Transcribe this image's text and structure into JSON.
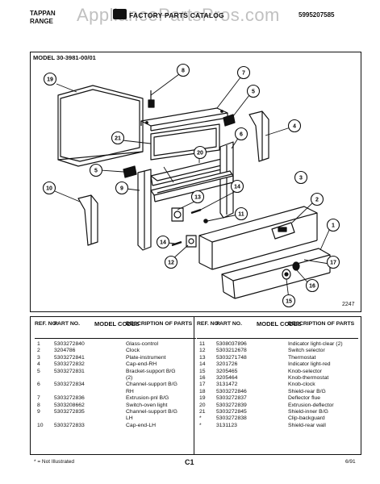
{
  "header": {
    "brand_line1": "TAPPAN",
    "brand_line2": "RANGE",
    "catalog_title": "FACTORY PARTS CATALOG",
    "catalog_number": "5995207585",
    "watermark": "AppliancePartsPros.com"
  },
  "model": "MODEL 30-3981-00/01",
  "figure_code": "2247",
  "callouts": [
    "19",
    "8",
    "7",
    "5",
    "21",
    "4",
    "20",
    "6",
    "5",
    "3",
    "10",
    "9",
    "13",
    "14",
    "2",
    "11",
    "1",
    "14",
    "12",
    "17",
    "16",
    "15"
  ],
  "table": {
    "headers": {
      "ref": "REF. NO.",
      "part": "PART NO.",
      "model": "MODEL CODES",
      "desc": "DESCRIPTION OF PARTS"
    },
    "left_rows": [
      {
        "ref": "1",
        "part": "5303272840",
        "desc": "Glass-control"
      },
      {
        "ref": "2",
        "part": "3204786",
        "desc": "Clock"
      },
      {
        "ref": "3",
        "part": "5303272841",
        "desc": "Plate-instrument"
      },
      {
        "ref": "4",
        "part": "5303272832",
        "desc": "Cap-end-RH"
      },
      {
        "ref": "5",
        "part": "5303272831",
        "desc": "Bracket-support B/G"
      },
      {
        "ref": "",
        "part": "",
        "desc": "(2)"
      },
      {
        "ref": "6",
        "part": "5303272834",
        "desc": "Channel-support B/G"
      },
      {
        "ref": "",
        "part": "",
        "desc": "RH"
      },
      {
        "ref": "7",
        "part": "5303272836",
        "desc": "Extrusion-pnl B/G"
      },
      {
        "ref": "8",
        "part": "5303208662",
        "desc": "Switch-oven light"
      },
      {
        "ref": "9",
        "part": "5303272835",
        "desc": "Channel-support B/G"
      },
      {
        "ref": "",
        "part": "",
        "desc": "LH"
      },
      {
        "ref": "10",
        "part": "5303272833",
        "desc": "Cap-end-LH"
      }
    ],
    "right_rows": [
      {
        "ref": "11",
        "part": "5308037896",
        "desc": "Indicator light-clear (2)"
      },
      {
        "ref": "12",
        "part": "5303212678",
        "desc": "Switch selector"
      },
      {
        "ref": "13",
        "part": "5303271748",
        "desc": "Thermostat"
      },
      {
        "ref": "14",
        "part": "3201726",
        "desc": "Indicator light-red"
      },
      {
        "ref": "15",
        "part": "3205465",
        "desc": "Knob-selector"
      },
      {
        "ref": "16",
        "part": "3205464",
        "desc": "Knob-thermostat"
      },
      {
        "ref": "17",
        "part": "3131472",
        "desc": "Knob-clock"
      },
      {
        "ref": "18",
        "part": "5303272846",
        "desc": "Shield-rear B/G"
      },
      {
        "ref": "19",
        "part": "5303272837",
        "desc": "Deflector flue"
      },
      {
        "ref": "20",
        "part": "5303272839",
        "desc": "Extrusion-deflector"
      },
      {
        "ref": "21",
        "part": "5303272845",
        "desc": "Shield-inner B/G"
      },
      {
        "ref": "*",
        "part": "5303272838",
        "desc": "Clip-backguard"
      },
      {
        "ref": "*",
        "part": "3131123",
        "desc": "Shield-rear wall"
      }
    ]
  },
  "footer": {
    "note": "* = Not Illustrated",
    "page": "C1",
    "date": "6/91"
  }
}
